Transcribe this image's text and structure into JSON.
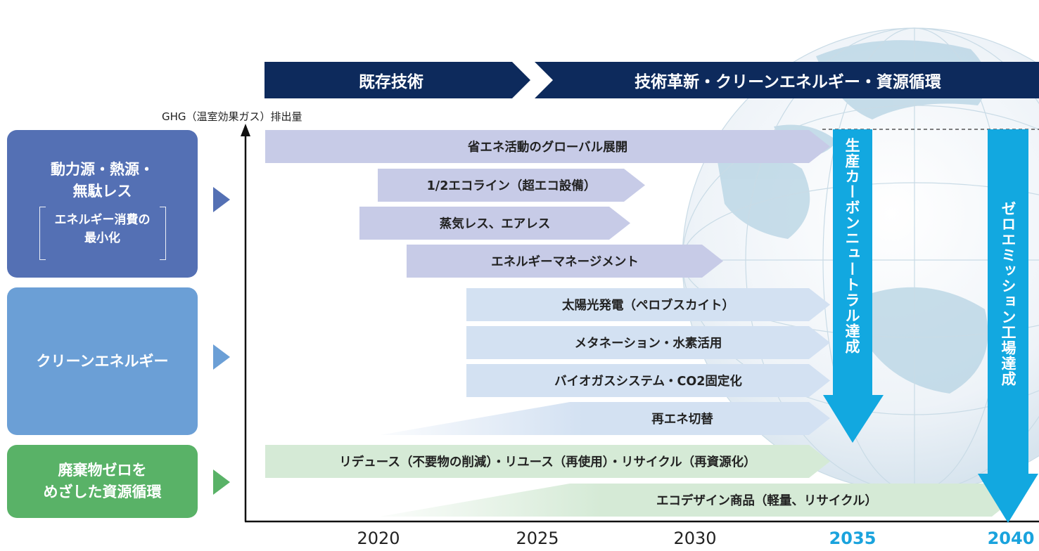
{
  "phases": {
    "existing": "既存技術",
    "innovation": "技術革新・クリーンエネルギー・資源循環"
  },
  "y_axis_label": "GHG（温室効果ガス）排出量",
  "categories": {
    "power": {
      "line1": "動力源・熱源・",
      "line2": "無駄レス",
      "sub1": "エネルギー消費の",
      "sub2": "最小化"
    },
    "clean": {
      "line1": "クリーンエネルギー"
    },
    "waste": {
      "line1": "廃棄物ゼロを",
      "line2": "めざした資源循環"
    }
  },
  "initiatives": {
    "global_energy_saving": "省エネ活動のグローバル展開",
    "eco_line": "1/2エコライン（超エコ設備）",
    "steamless": "蒸気レス、エアレス",
    "energy_mgmt": "エネルギーマネージメント",
    "solar": "太陽光発電（ペロブスカイト）",
    "methanation": "メタネーション・水素活用",
    "biogas": "バイオガスシステム・CO2固定化",
    "renewable_switch": "再エネ切替",
    "reduce_reuse_recycle": "リデュース（不要物の削減）・リユース（再使用）・リサイクル（再資源化）",
    "eco_design": "エコデザイン商品（軽量、リサイクル）"
  },
  "milestones": {
    "m2035": "生産カーボンニュートラル達成",
    "m2040": "ゼロエミッション工場達成"
  },
  "years": [
    "2020",
    "2025",
    "2030",
    "2035",
    "2040"
  ],
  "colors": {
    "navy": "#0d2a5c",
    "power": "#5470b4",
    "clean": "#6b9fd6",
    "waste": "#59b267",
    "milestone": "#12a8e0"
  }
}
